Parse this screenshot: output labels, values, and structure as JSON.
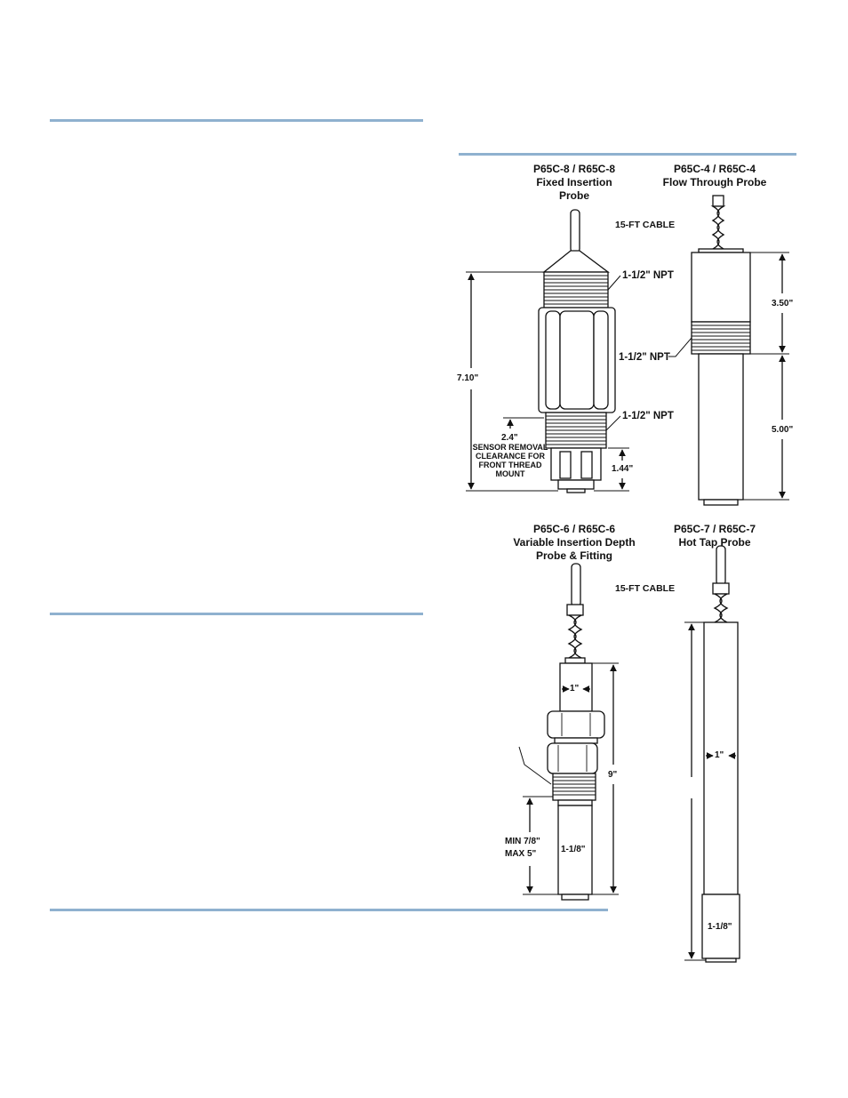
{
  "probes": {
    "p8": {
      "title_line1": "P65C-8 / R65C-8",
      "title_line2": "Fixed Insertion",
      "title_line3": "Probe"
    },
    "p4": {
      "title_line1": "P65C-4 / R65C-4",
      "title_line2": "Flow Through Probe"
    },
    "p6": {
      "title_line1": "P65C-6 / R65C-6",
      "title_line2": "Variable Insertion Depth",
      "title_line3": "Probe & Fitting"
    },
    "p7": {
      "title_line1": "P65C-7 / R65C-7",
      "title_line2": "Hot Tap Probe"
    }
  },
  "labels": {
    "cable_top": "15-FT CABLE",
    "cable_bottom": "15-FT CABLE",
    "npt_p8_top": "1-1/2\" NPT",
    "npt_p8_bottom": "1-1/2\" NPT",
    "npt_p4": "1-1/2\" NPT",
    "dim_710": "7.10\"",
    "dim_24": "2.4\"",
    "removal_line1": "SENSOR REMOVAL",
    "removal_line2": "CLEARANCE FOR",
    "removal_line3": "FRONT THREAD",
    "removal_line4": "MOUNT",
    "dim_144": "1.44\"",
    "dim_350": "3.50\"",
    "dim_500": "5.00\"",
    "dim_1in_p6": "1\"",
    "dim_9": "9\"",
    "min_depth": "MIN 7/8\"",
    "max_depth": "MAX 5\"",
    "dim_118_p6": "1-1/8\"",
    "dim_1in_p7": "1\"",
    "dim_118_p7": "1-1/8\""
  },
  "colors": {
    "rule": "#8fb1cf",
    "ink": "#111111"
  }
}
